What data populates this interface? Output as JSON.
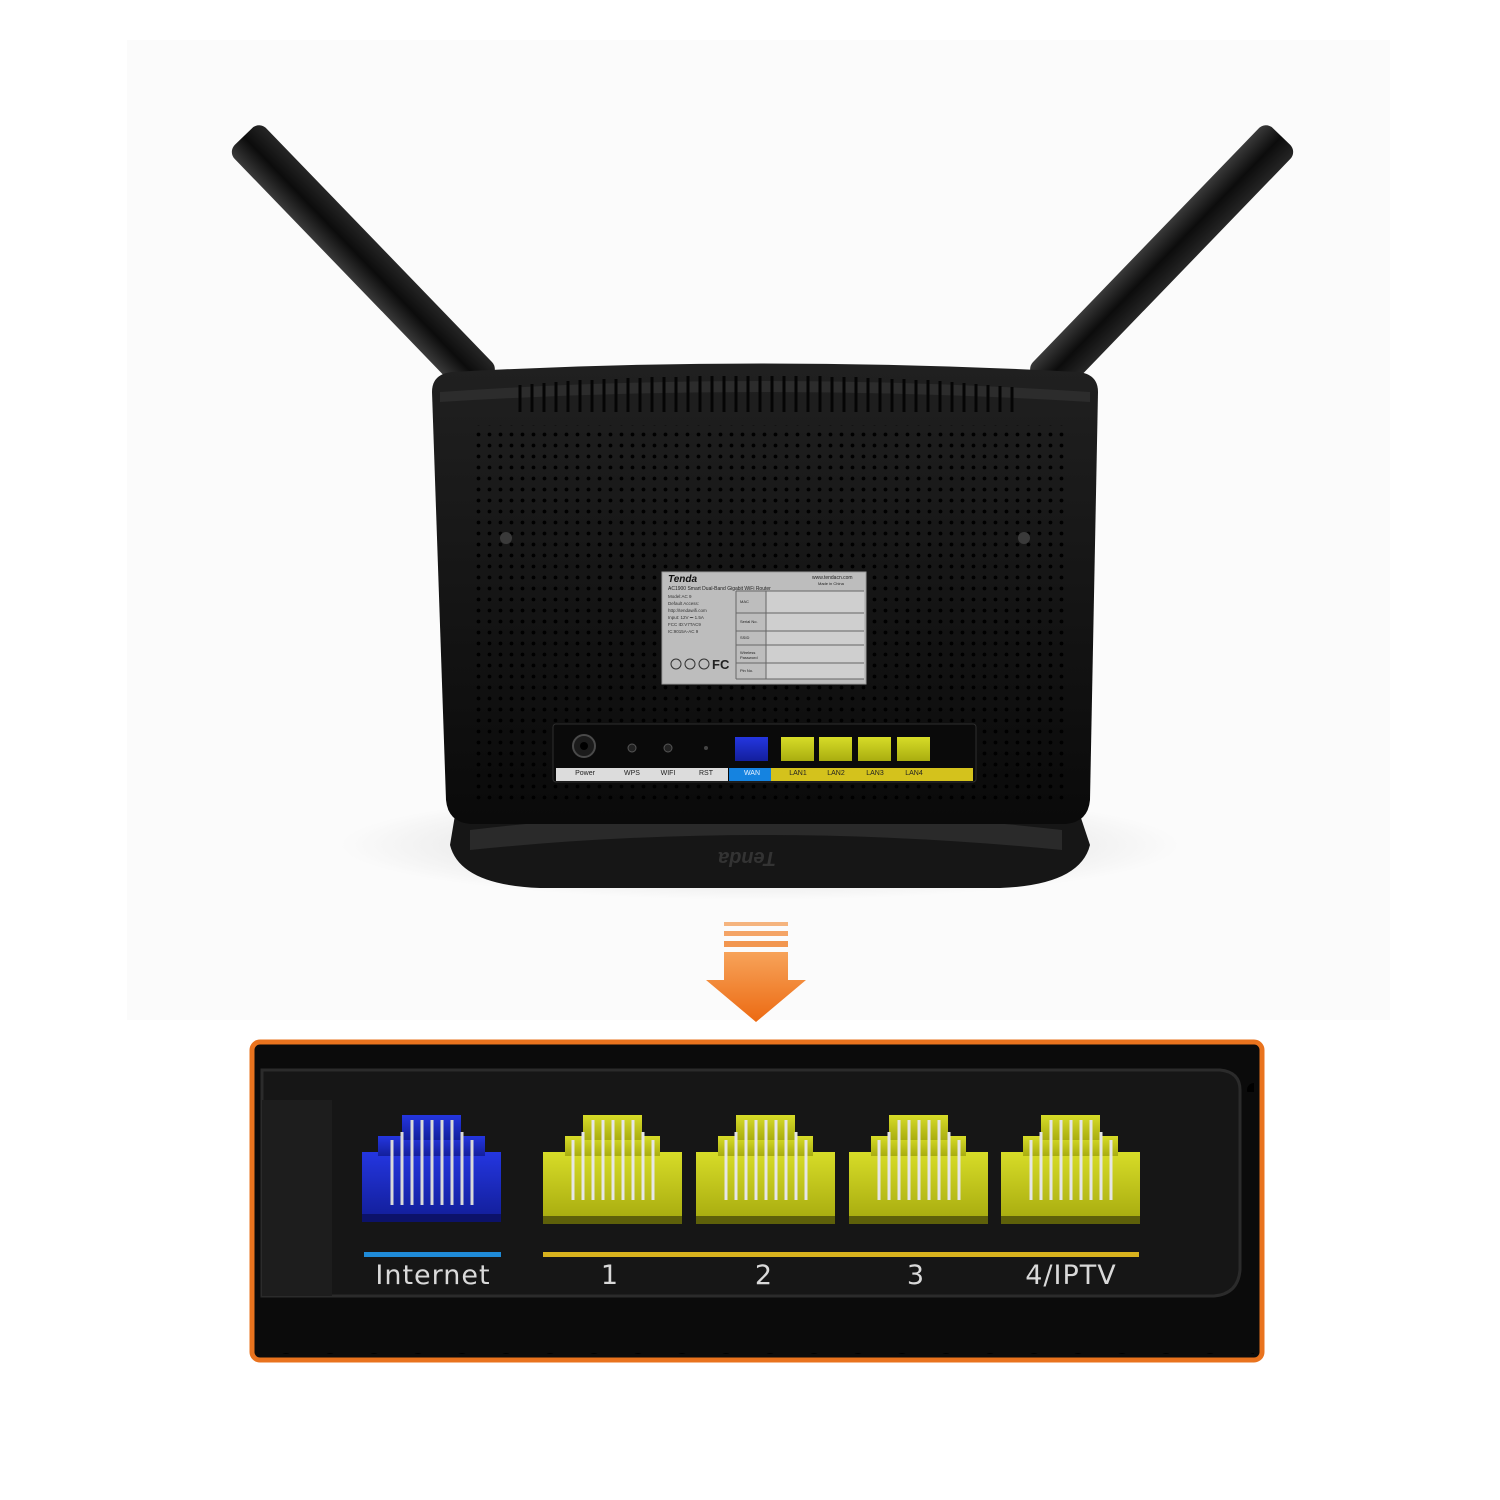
{
  "router": {
    "brand": "Tenda",
    "base_brand": "Tenda",
    "label": {
      "model_line": "AC1900 Smart Dual-Band Gigabit WiFi Router",
      "website": "www.tendacn.com",
      "made_in": "Made in China",
      "left_lines": [
        "Model:AC 9",
        "Default Access:",
        "http://tendawifi.com",
        "Input: 12V ⎓ 1.5A",
        "FCC ID:V7TAC9",
        "IC:9015A-AC 9"
      ],
      "fields": [
        "MAC",
        "Serial No.",
        "SSID",
        "Wireless Password",
        "Pin No."
      ],
      "fc_mark": "FC"
    },
    "port_labels": {
      "power": "Power",
      "wps": "WPS",
      "wifi": "WIFI",
      "rst": "RST",
      "wan": "WAN",
      "lan1": "LAN1",
      "lan2": "LAN2",
      "lan3": "LAN3",
      "lan4": "LAN4"
    }
  },
  "zoom": {
    "internet": "Internet",
    "lan1": "1",
    "lan2": "2",
    "lan3": "3",
    "lan4": "4/IPTV"
  },
  "colors": {
    "router_body": "#111111",
    "wan_blue": "#1e2fd0",
    "lan_yellow": "#c8cc1a",
    "frame_orange": "#e9731e",
    "internet_line": "#1f8bd8",
    "lan_line": "#d8b21e"
  }
}
